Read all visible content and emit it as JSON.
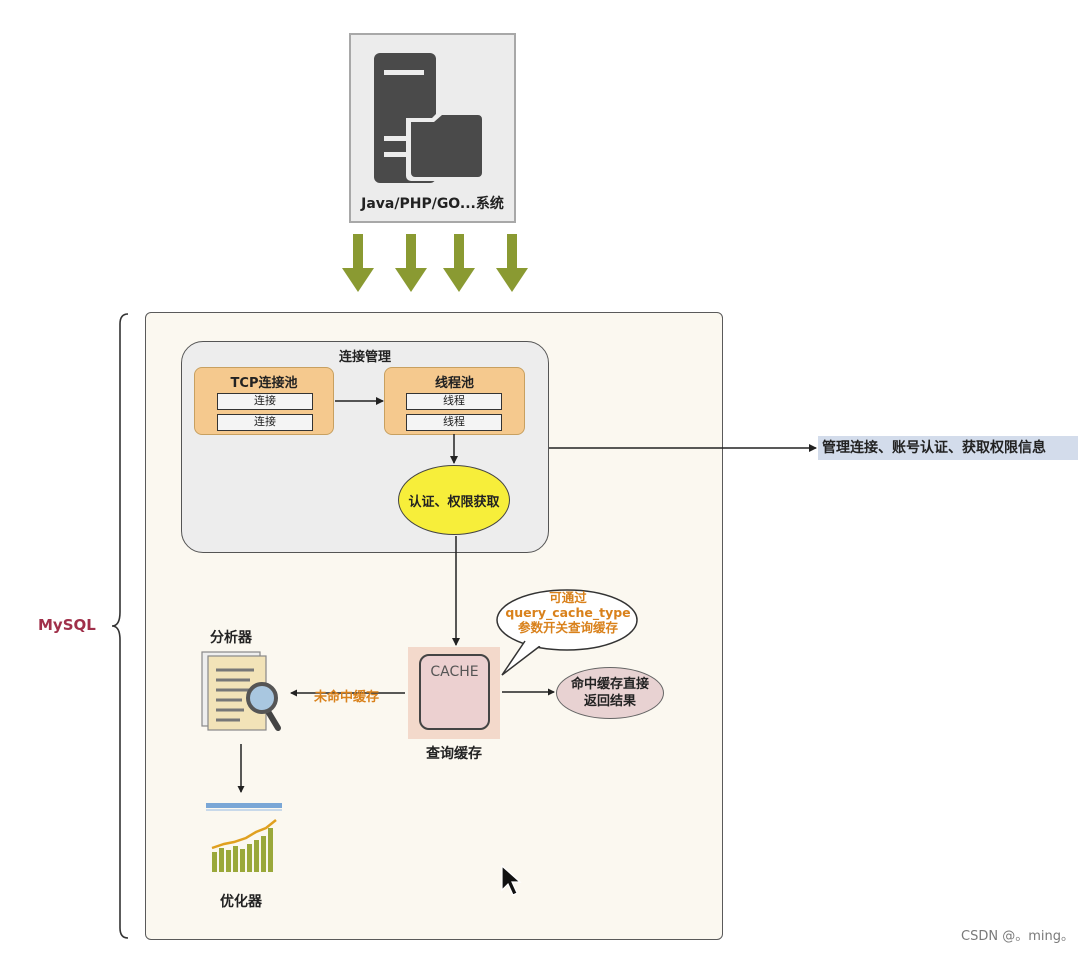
{
  "client": {
    "label": "Java/PHP/GO...系统",
    "icon": "server-folder-icon"
  },
  "mysql": {
    "label": "MySQL"
  },
  "connection_management": {
    "title": "连接管理",
    "tcp_pool": {
      "title": "TCP连接池",
      "items": [
        "连接",
        "连接"
      ]
    },
    "thread_pool": {
      "title": "线程池",
      "items": [
        "线程",
        "线程"
      ]
    },
    "auth": "认证、权限获取"
  },
  "right_note": "管理连接、账号认证、获取权限信息",
  "cache": {
    "box_label": "CACHE",
    "caption": "查询缓存",
    "bubble_lines": [
      "可通过",
      "query_cache_type",
      "参数开关查询缓存"
    ],
    "hit_lines": [
      "命中缓存直接",
      "返回结果"
    ],
    "miss_label": "未命中缓存"
  },
  "analyzer": {
    "title": "分析器",
    "icon": "document-magnifier-icon"
  },
  "optimizer": {
    "title": "优化器",
    "icon": "bar-chart-icon"
  },
  "watermark": "CSDN @。ming。",
  "colors": {
    "down_arrows": "#8a9a32",
    "pool_fill": "#f5c98e",
    "auth_fill": "#f7ee3a",
    "annotation": "#d9811b",
    "mysql_label": "#a0304a",
    "callout_fill": "#d3dceb"
  }
}
